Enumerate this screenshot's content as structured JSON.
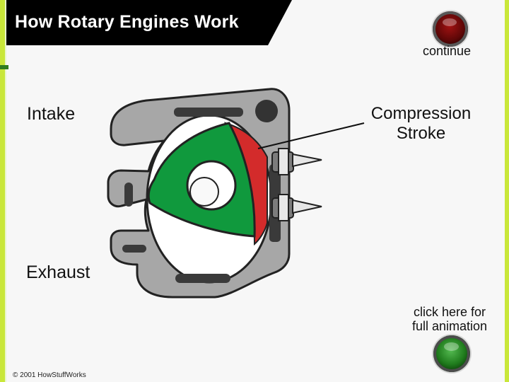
{
  "title": "How Rotary Engines Work",
  "labels": {
    "continue": "continue",
    "intake": "Intake",
    "exhaust": "Exhaust",
    "compression_line1": "Compression",
    "compression_line2": "Stroke",
    "animation_line1": "click here for",
    "animation_line2": "full animation",
    "copyright": "© 2001 HowStuffWorks"
  },
  "colors": {
    "rotor": "#0f9a3e",
    "chamber": "#d92b2b",
    "housing": "#a9a9a9",
    "button_red": "#8b1010",
    "button_green": "#2c9e2c"
  },
  "icons": {
    "continue": "continue-button-icon",
    "animation": "animation-button-icon"
  }
}
